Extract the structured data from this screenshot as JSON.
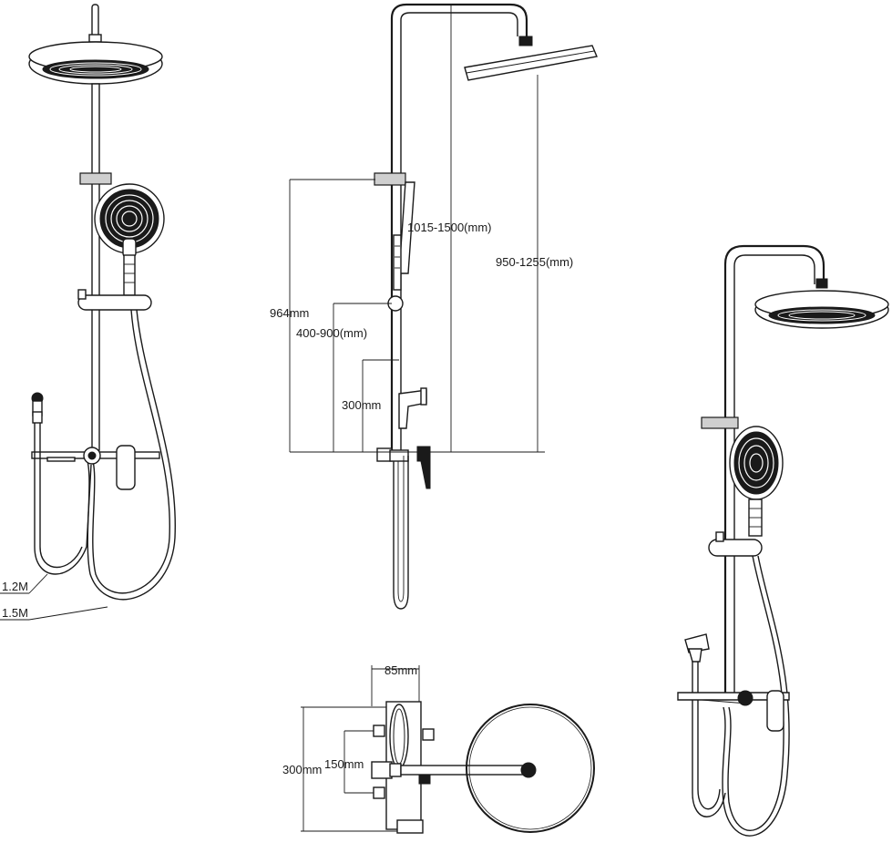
{
  "views": {
    "front_perspective": {
      "hose_label_short": "1.2M",
      "hose_label_long": "1.5M"
    },
    "side_elevation": {
      "dim_slide_rail": "1015-1500(mm)",
      "dim_head_height": "950-1255(mm)",
      "dim_total": "964mm",
      "dim_adjust": "400-900(mm)",
      "dim_spout": "300mm"
    },
    "top_plan": {
      "dim_depth": "85mm",
      "dim_width": "300mm",
      "dim_inlet": "150mm"
    }
  },
  "colors": {
    "line": "#1a1a1a",
    "background": "#ffffff"
  }
}
